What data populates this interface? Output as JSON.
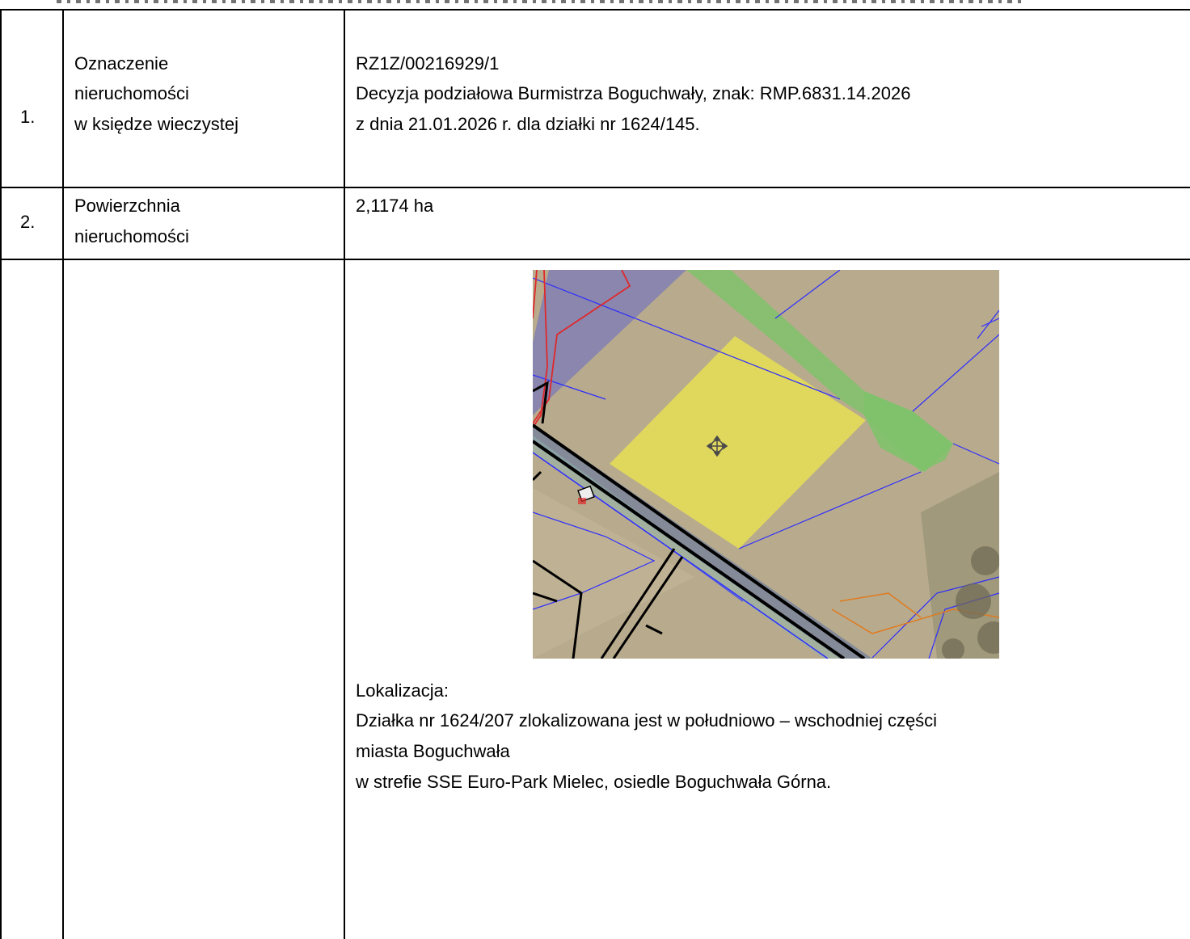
{
  "rows": [
    {
      "number": "1.",
      "label_lines": [
        "Oznaczenie",
        "nieruchomości",
        "w księdze wieczystej"
      ],
      "value_lines": [
        "RZ1Z/00216929/1",
        "Decyzja podziałowa Burmistrza Boguchwały, znak: RMP.6831.14.2026",
        "z dnia 21.01.2026 r. dla działki nr 1624/145."
      ]
    },
    {
      "number": "2.",
      "label_lines": [
        "Powierzchnia",
        "nieruchomości"
      ],
      "value_lines": [
        "2,1174 ha"
      ]
    },
    {
      "number": "",
      "label_lines": [],
      "location_heading": "Lokalizacja:",
      "location_lines": [
        "Działka nr 1624/207 zlokalizowana jest w południowo – wschodniej części",
        "miasta Boguchwała",
        "w strefie SSE Euro-Park Mielec, osiedle Boguchwała Górna."
      ]
    }
  ],
  "map": {
    "icon": "parcel-map-image",
    "colors": {
      "terrain": "#b9ab8c",
      "parcel_highlight": "#e6df55",
      "green_strip": "#7fc26b",
      "purple_strip": "#7b79b8",
      "boundary_blue": "#2c2cff",
      "road_red": "#e0282a",
      "road_orange": "#e07a1e"
    }
  }
}
